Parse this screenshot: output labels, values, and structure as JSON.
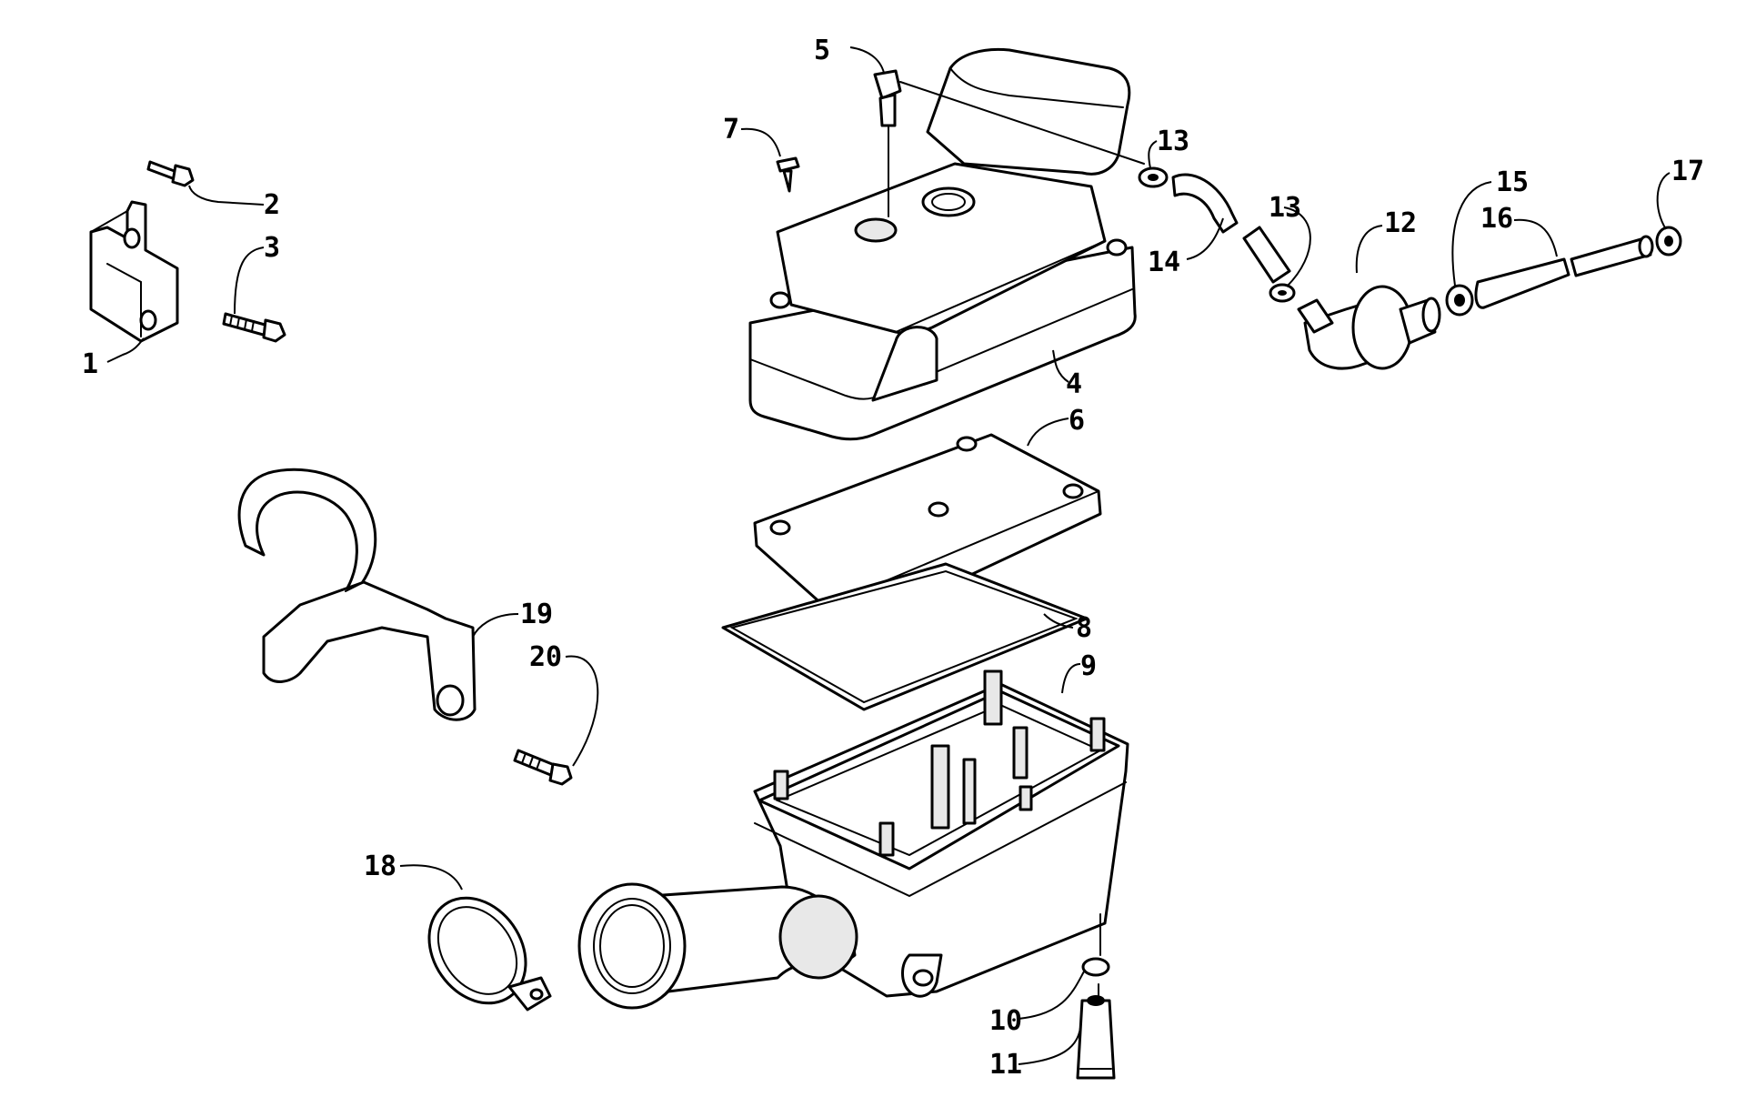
{
  "callouts": [
    "1",
    "2",
    "3",
    "4",
    "5",
    "6",
    "7",
    "8",
    "9",
    "10",
    "11",
    "12",
    "13",
    "13",
    "14",
    "15",
    "16",
    "17",
    "18",
    "19",
    "20"
  ],
  "colors": {
    "line": "#000000",
    "background": "#ffffff",
    "shade": "#e8e8e8"
  }
}
